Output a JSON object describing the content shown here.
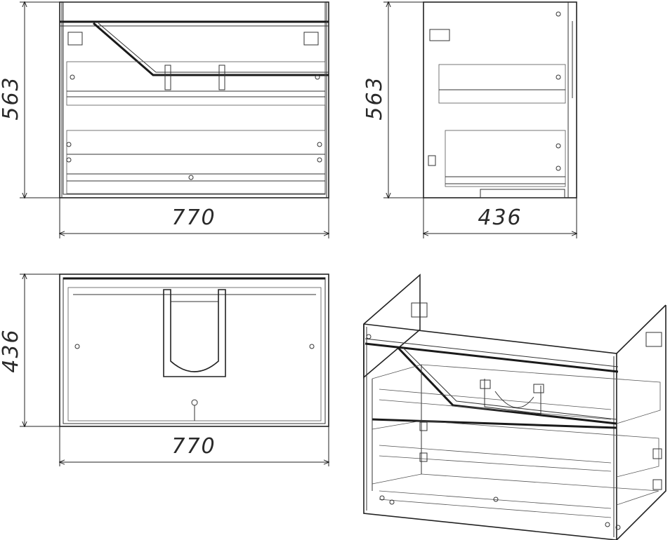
{
  "front_view": {
    "width_label": "770",
    "height_label": "563"
  },
  "side_view": {
    "depth_label": "436",
    "height_label": "563"
  },
  "top_view": {
    "width_label": "770",
    "depth_label": "436"
  }
}
